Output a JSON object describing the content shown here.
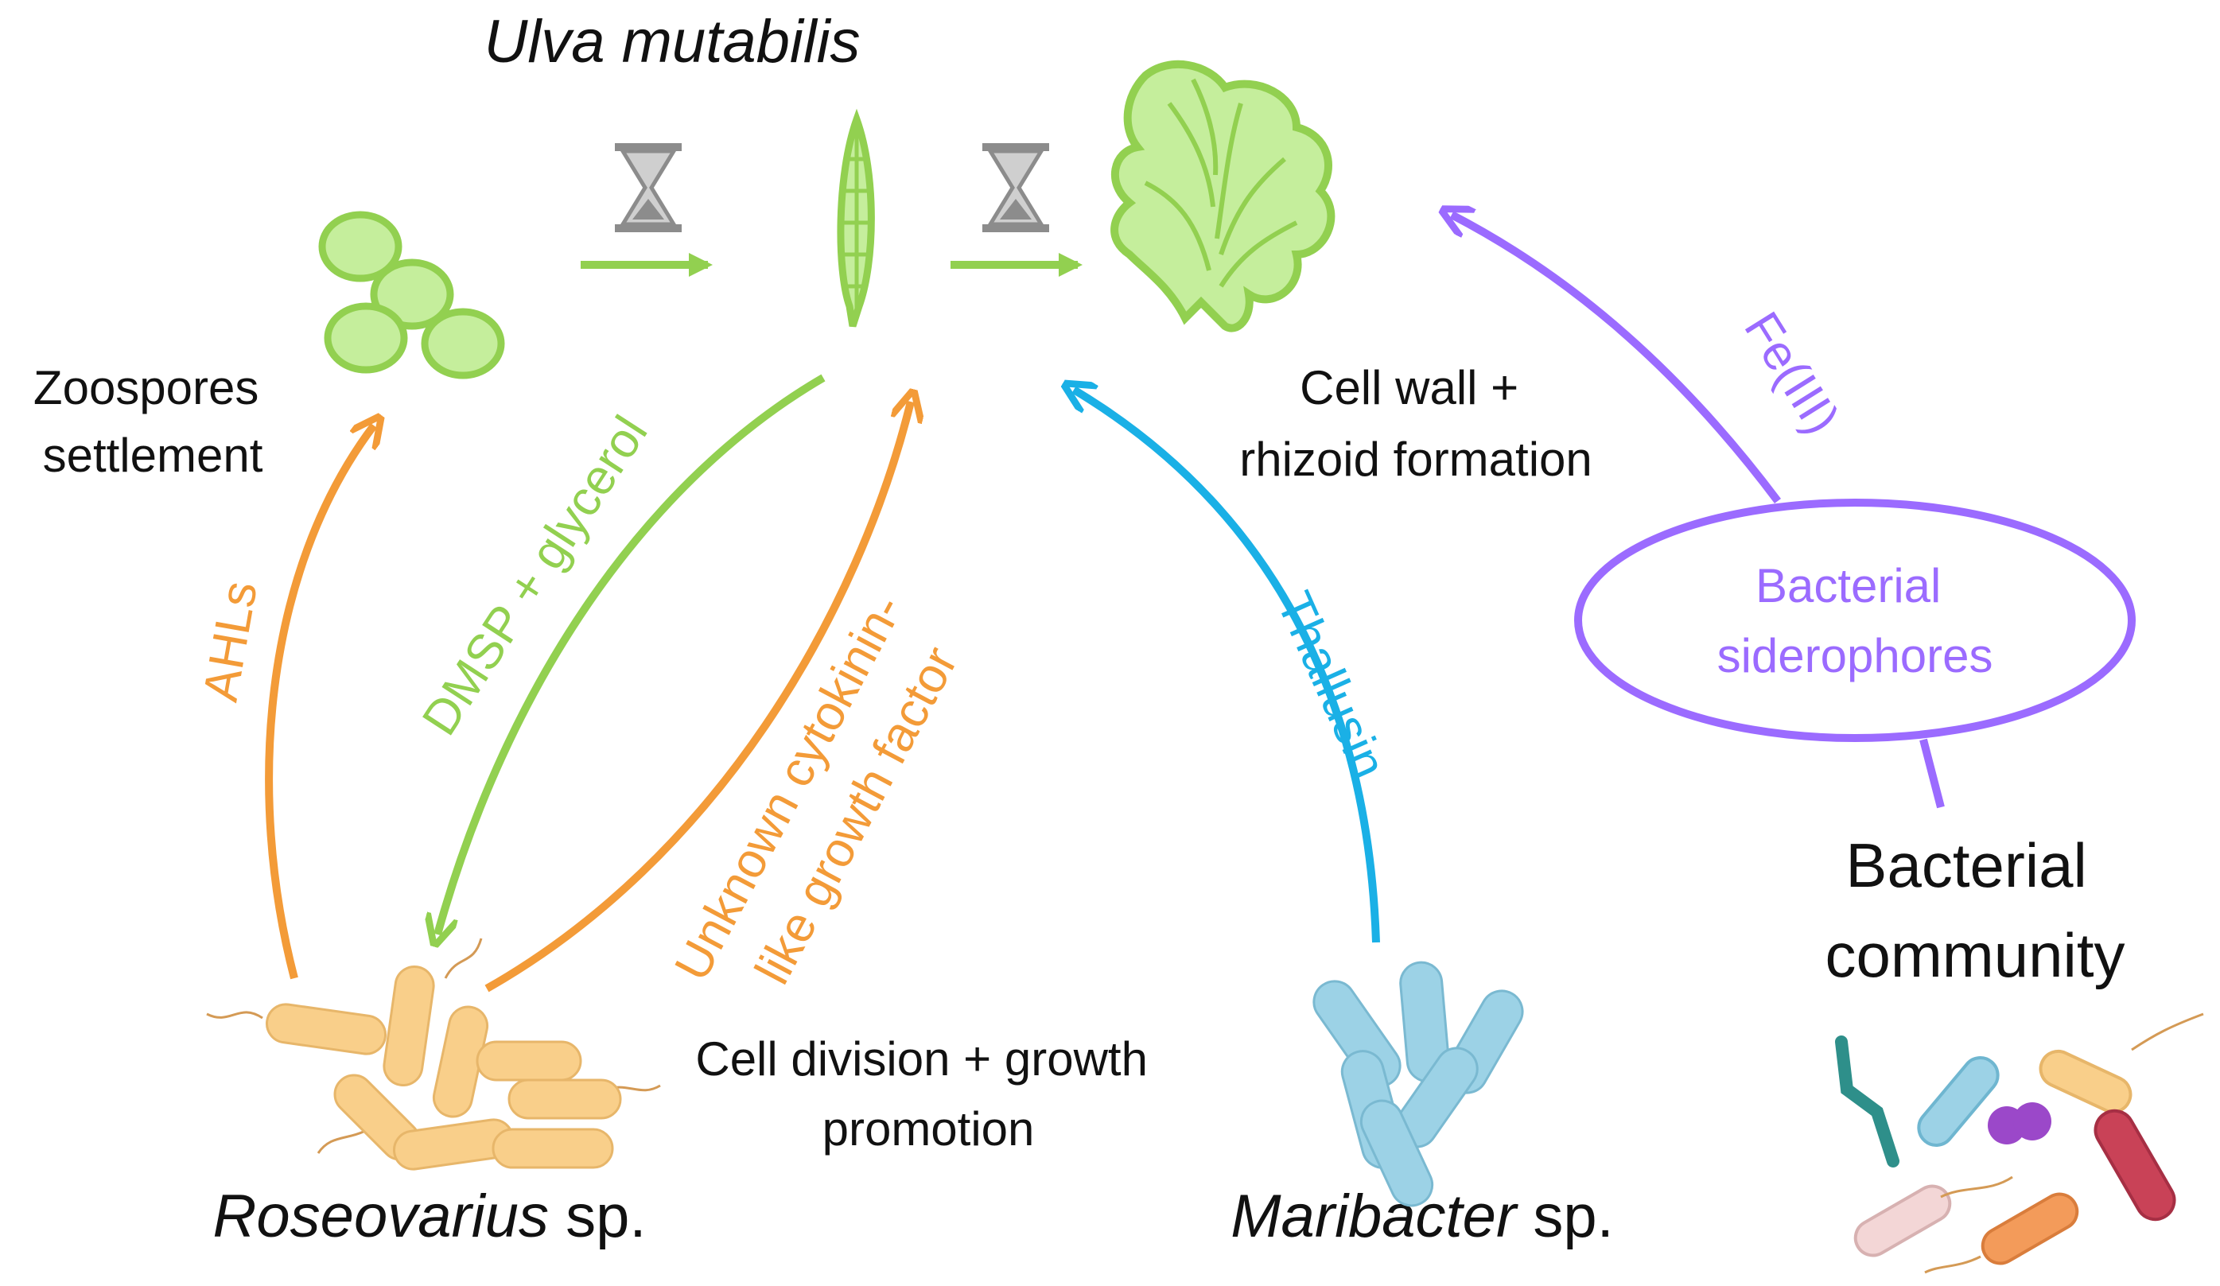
{
  "title": {
    "main": "Ulva mutabilis"
  },
  "labels": {
    "zoospores": [
      "Zoospores",
      "settlement"
    ],
    "cell_wall": [
      "Cell wall +",
      "rhizoid formation"
    ],
    "cell_division": [
      "Cell division + growth",
      "promotion"
    ],
    "bacterial_community": [
      "Bacterial",
      "community"
    ],
    "siderophores": [
      "Bacterial",
      "siderophores"
    ]
  },
  "species": {
    "roseovarius_genus": "Roseovarius",
    "roseovarius_suffix": " sp.",
    "maribacter_genus": "Maribacter",
    "maribacter_suffix": " sp."
  },
  "arrows": {
    "ahls": "AHLs",
    "dmsp": "DMSP + glycerol",
    "cytokinin": [
      "Unknown cytokinin-",
      "like growth factor"
    ],
    "thallusin": "Thallusin",
    "fe": "Fe(III)"
  },
  "colors": {
    "green": "#92d050",
    "light_green": "#c5ee9c",
    "orange": "#f39b38",
    "blue": "#1ab0e6",
    "purple": "#9b6bff",
    "bacteria_yellow": "#f9cf8a",
    "bacteria_blue": "#9cd2e6",
    "gray": "#8c8c8c",
    "text": "#111111"
  }
}
